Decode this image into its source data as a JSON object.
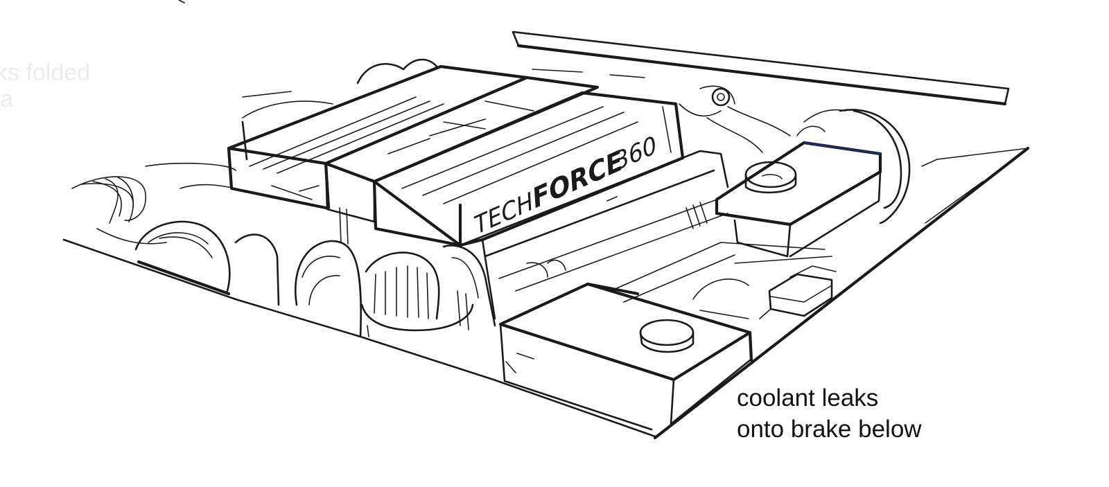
{
  "background_text": {
    "line1": "ks folded",
    "line2": "a"
  },
  "engine_cover": {
    "brand_prefix": "TECH",
    "brand_main": "FORCE",
    "brand_number": "360"
  },
  "annotation": {
    "line1": "coolant leaks",
    "line2": "onto brake below"
  },
  "colors": {
    "ink": "#1a1a1a",
    "accent_blue": "#1f2a6b",
    "paper": "#ffffff",
    "ghost_text": "#ececec"
  }
}
